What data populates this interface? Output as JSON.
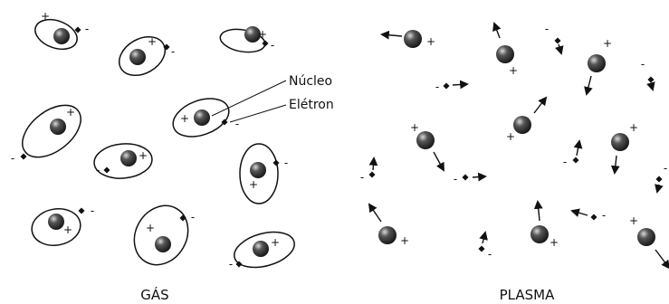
{
  "labels": {
    "gas": "GÁS",
    "plasma": "PLASMA",
    "nucleus": "Núcleo",
    "electron": "Elétron"
  },
  "signs": {
    "plus": "+",
    "minus": "-"
  },
  "colors": {
    "ink": "#111111",
    "nucleus_light": "#d9d9d9",
    "nucleus_dark": "#101010",
    "background": "#ffffff"
  }
}
